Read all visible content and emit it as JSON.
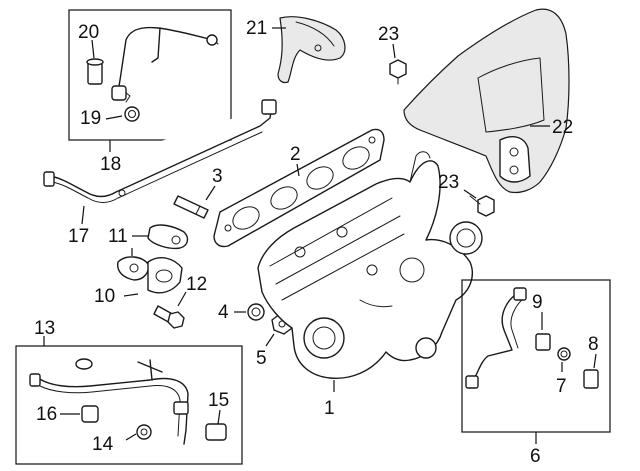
{
  "callouts": {
    "c1": "1",
    "c2": "2",
    "c3": "3",
    "c4": "4",
    "c5": "5",
    "c6": "6",
    "c7": "7",
    "c8": "8",
    "c9": "9",
    "c10": "10",
    "c11": "11",
    "c12": "12",
    "c13": "13",
    "c14": "14",
    "c15": "15",
    "c16": "16",
    "c17": "17",
    "c18": "18",
    "c19": "19",
    "c20": "20",
    "c21": "21",
    "c22": "22",
    "c23a": "23",
    "c23b": "23"
  },
  "icons": {
    "parts": [
      "turbocharger-exhaust-manifold",
      "manifold-gasket",
      "stud",
      "washer",
      "nut",
      "oil-feed-line-kit",
      "banjo-bolt",
      "oil-line",
      "drain-tube",
      "gasket",
      "coolant-pipe-kit",
      "heat-shield",
      "bolt"
    ]
  }
}
